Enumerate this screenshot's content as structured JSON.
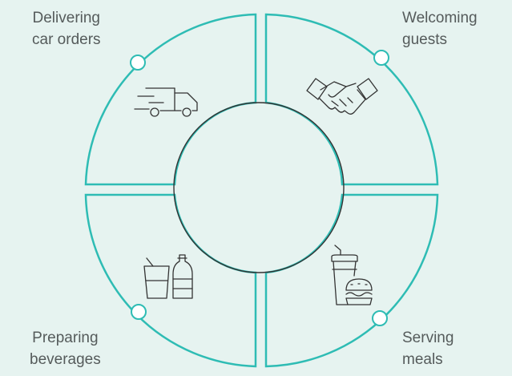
{
  "colors": {
    "background": "#e6f3f0",
    "ring": "#2ebcb4",
    "icon_stroke": "#333333",
    "label_text": "#555b5b"
  },
  "segments": [
    {
      "id": "top-left",
      "line1": "Delivering",
      "line2": "car orders",
      "icon": "delivery-truck-icon"
    },
    {
      "id": "top-right",
      "line1": "Welcoming",
      "line2": "guests",
      "icon": "handshake-icon"
    },
    {
      "id": "bottom-left",
      "line1": "Preparing",
      "line2": "beverages",
      "icon": "beverages-icon"
    },
    {
      "id": "bottom-right",
      "line1": "Serving",
      "line2": "meals",
      "icon": "meal-icon"
    }
  ]
}
